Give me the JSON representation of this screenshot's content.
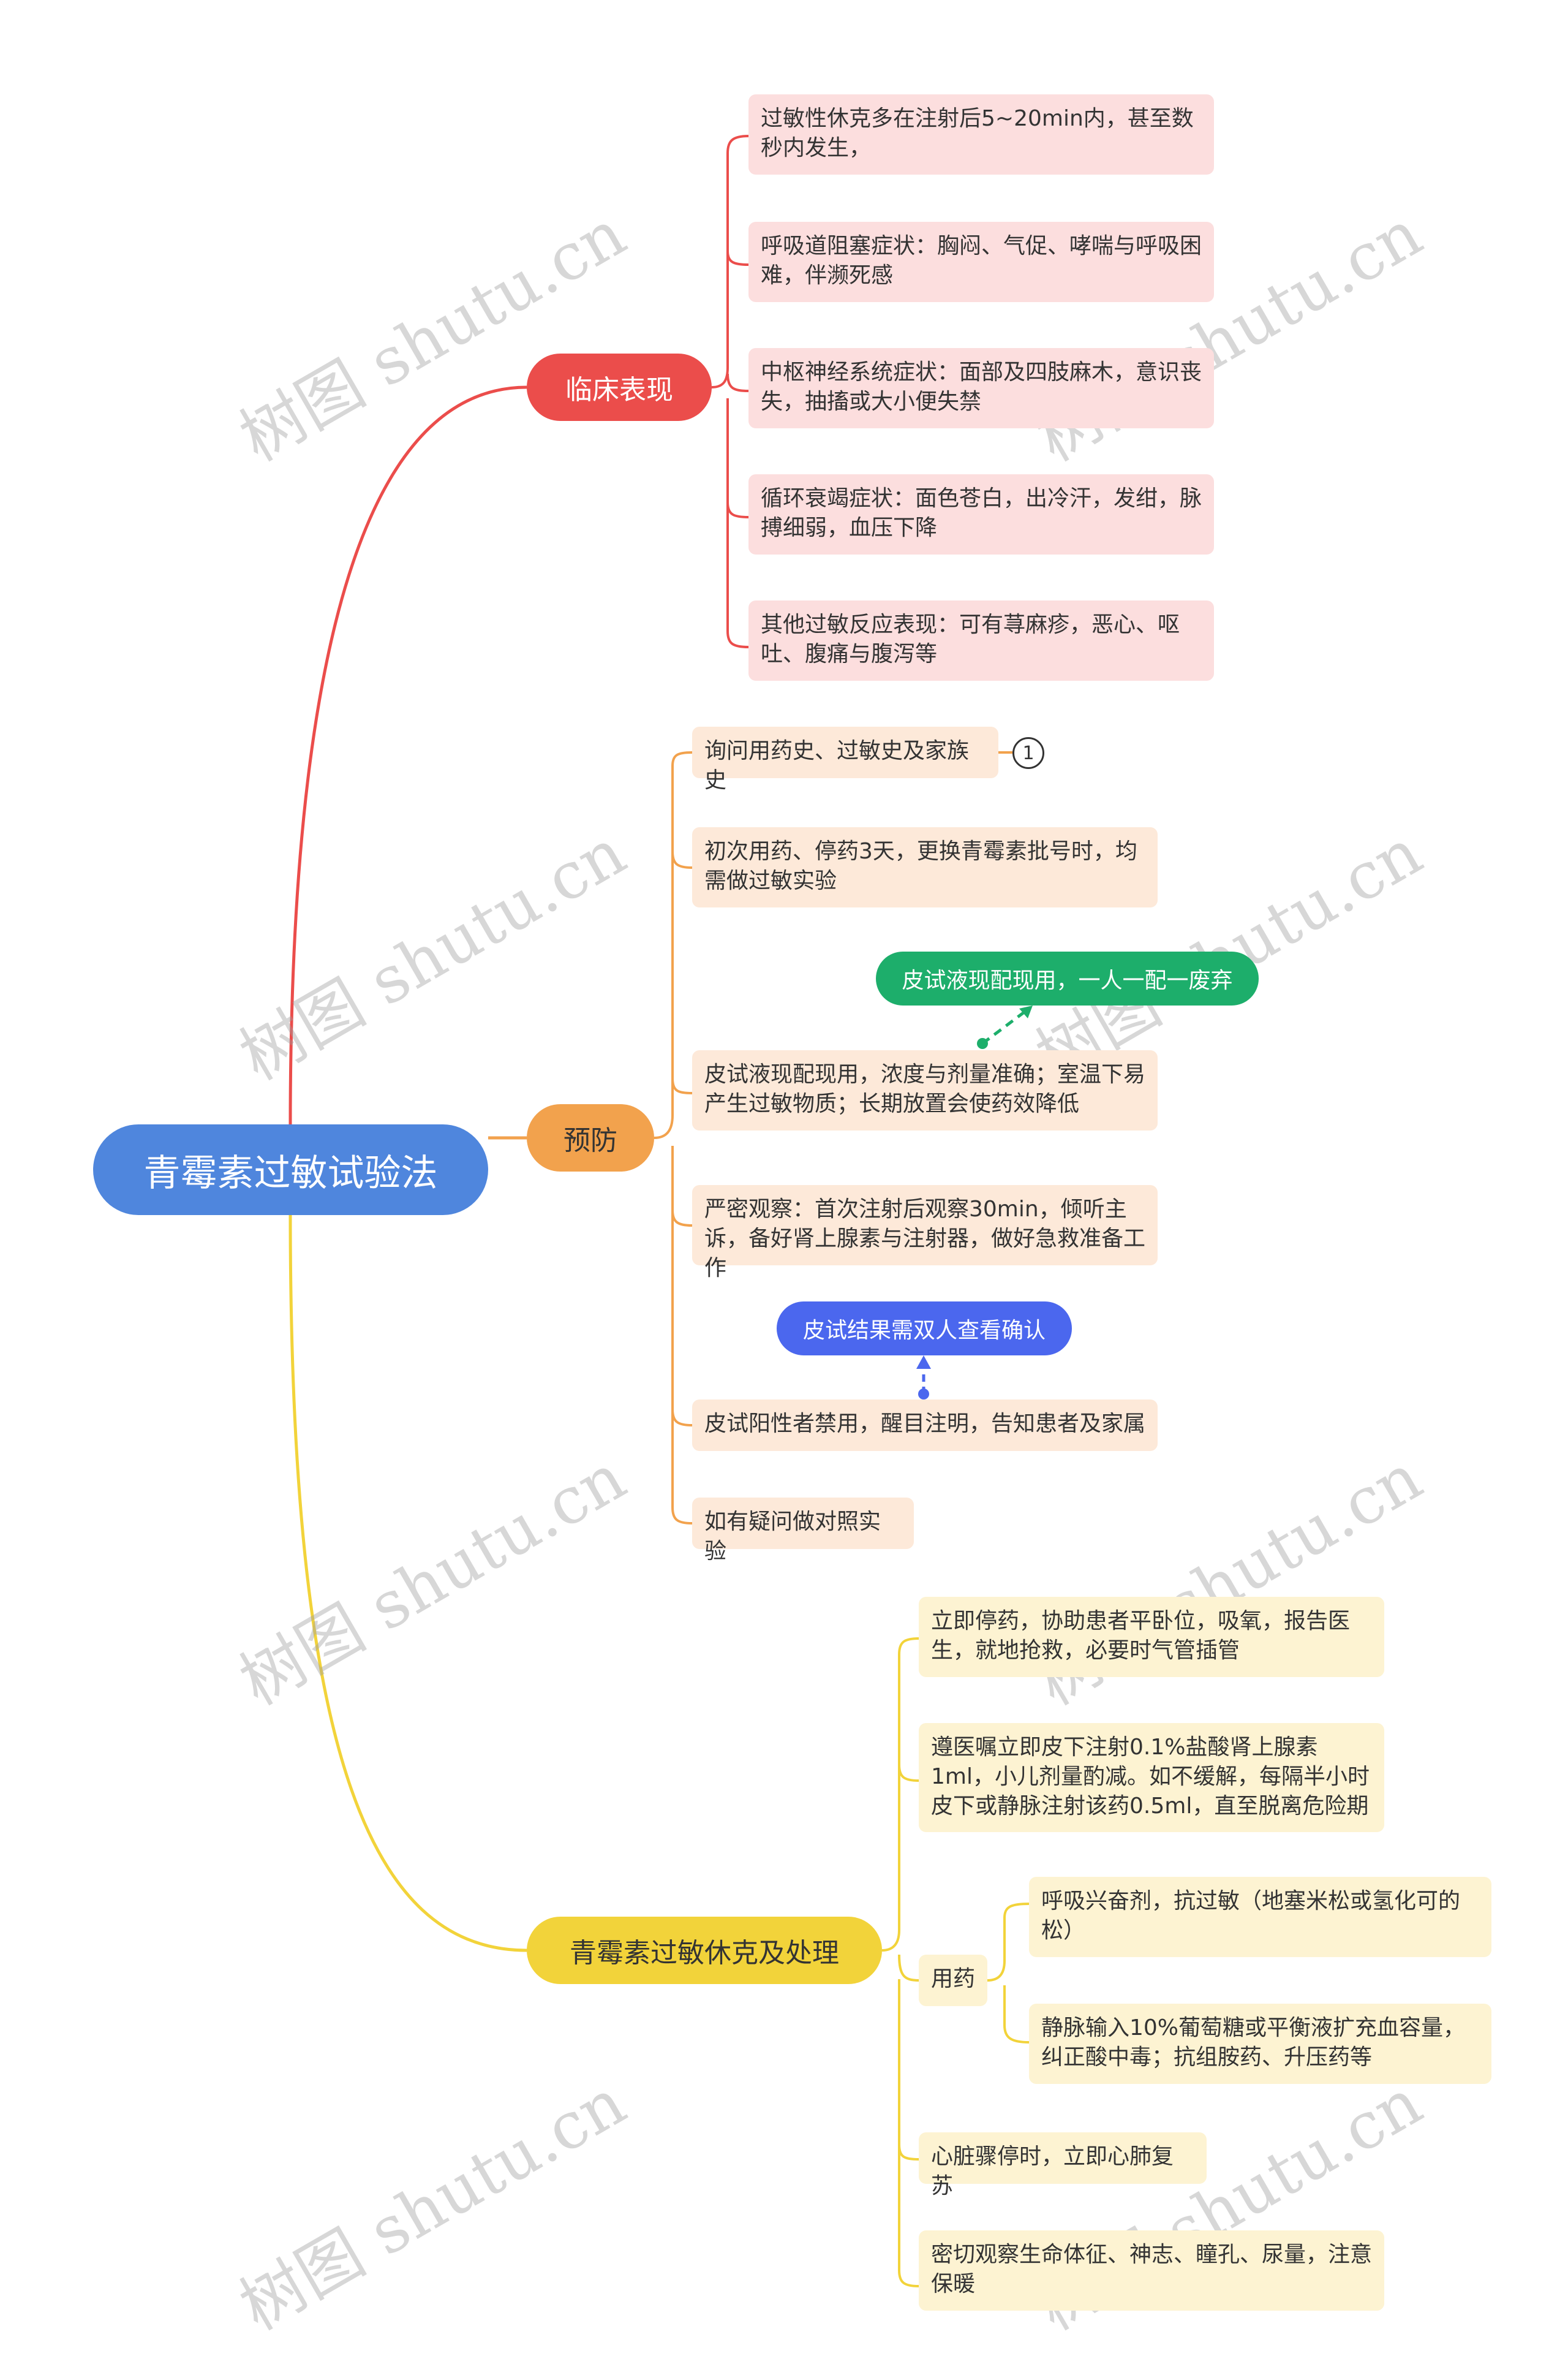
{
  "root": {
    "label": "青霉素过敏试验法",
    "color": "#4f86dd"
  },
  "branches": {
    "clinical": {
      "label": "临床表现",
      "color": "#eb4d4b",
      "items": [
        "过敏性休克多在注射后5~20min内，甚至数秒内发生，",
        "呼吸道阻塞症状：胸闷、气促、哮喘与呼吸困难，伴濒死感",
        "中枢神经系统症状：面部及四肢麻木，意识丧失，抽搐或大小便失禁",
        "循环衰竭症状：面色苍白，出冷汗，发绀，脉搏细弱，血压下降",
        "其他过敏反应表现：可有荨麻疹，恶心、呕吐、腹痛与腹泻等"
      ]
    },
    "prevention": {
      "label": "预防",
      "color": "#f2a24d",
      "items": [
        "询问用药史、过敏史及家族史",
        "初次用药、停药3天，更换青霉素批号时，均需做过敏实验",
        "皮试液现配现用，浓度与剂量准确；室温下易产生过敏物质；长期放置会使药效降低",
        "严密观察：首次注射后观察30min，倾听主诉，备好肾上腺素与注射器，做好急救准备工作",
        "皮试阳性者禁用，醒目注明，告知患者及家属",
        "如有疑问做对照实验"
      ],
      "badge": "1",
      "callouts": {
        "green": "皮试液现配现用，一人一配一废弃",
        "blue": "皮试结果需双人查看确认"
      }
    },
    "shock": {
      "label": "青霉素过敏休克及处理",
      "color": "#f2d33a",
      "items": [
        "立即停药，协助患者平卧位，吸氧，报告医生，就地抢救，必要时气管插管",
        "遵医嘱立即皮下注射0.1%盐酸肾上腺素1ml，小儿剂量酌减。如不缓解，每隔半小时皮下或静脉注射该药0.5ml，直至脱离危险期",
        "用药",
        "心脏骤停时，立即心肺复苏",
        "密切观察生命体征、神志、瞳孔、尿量，注意保暖"
      ],
      "medication": [
        "呼吸兴奋剂，抗过敏（地塞米松或氢化可的松）",
        "静脉输入10%葡萄糖或平衡液扩充血容量，纠正酸中毒；抗组胺药、升压药等"
      ]
    }
  },
  "watermark": "树图 shutu.cn"
}
